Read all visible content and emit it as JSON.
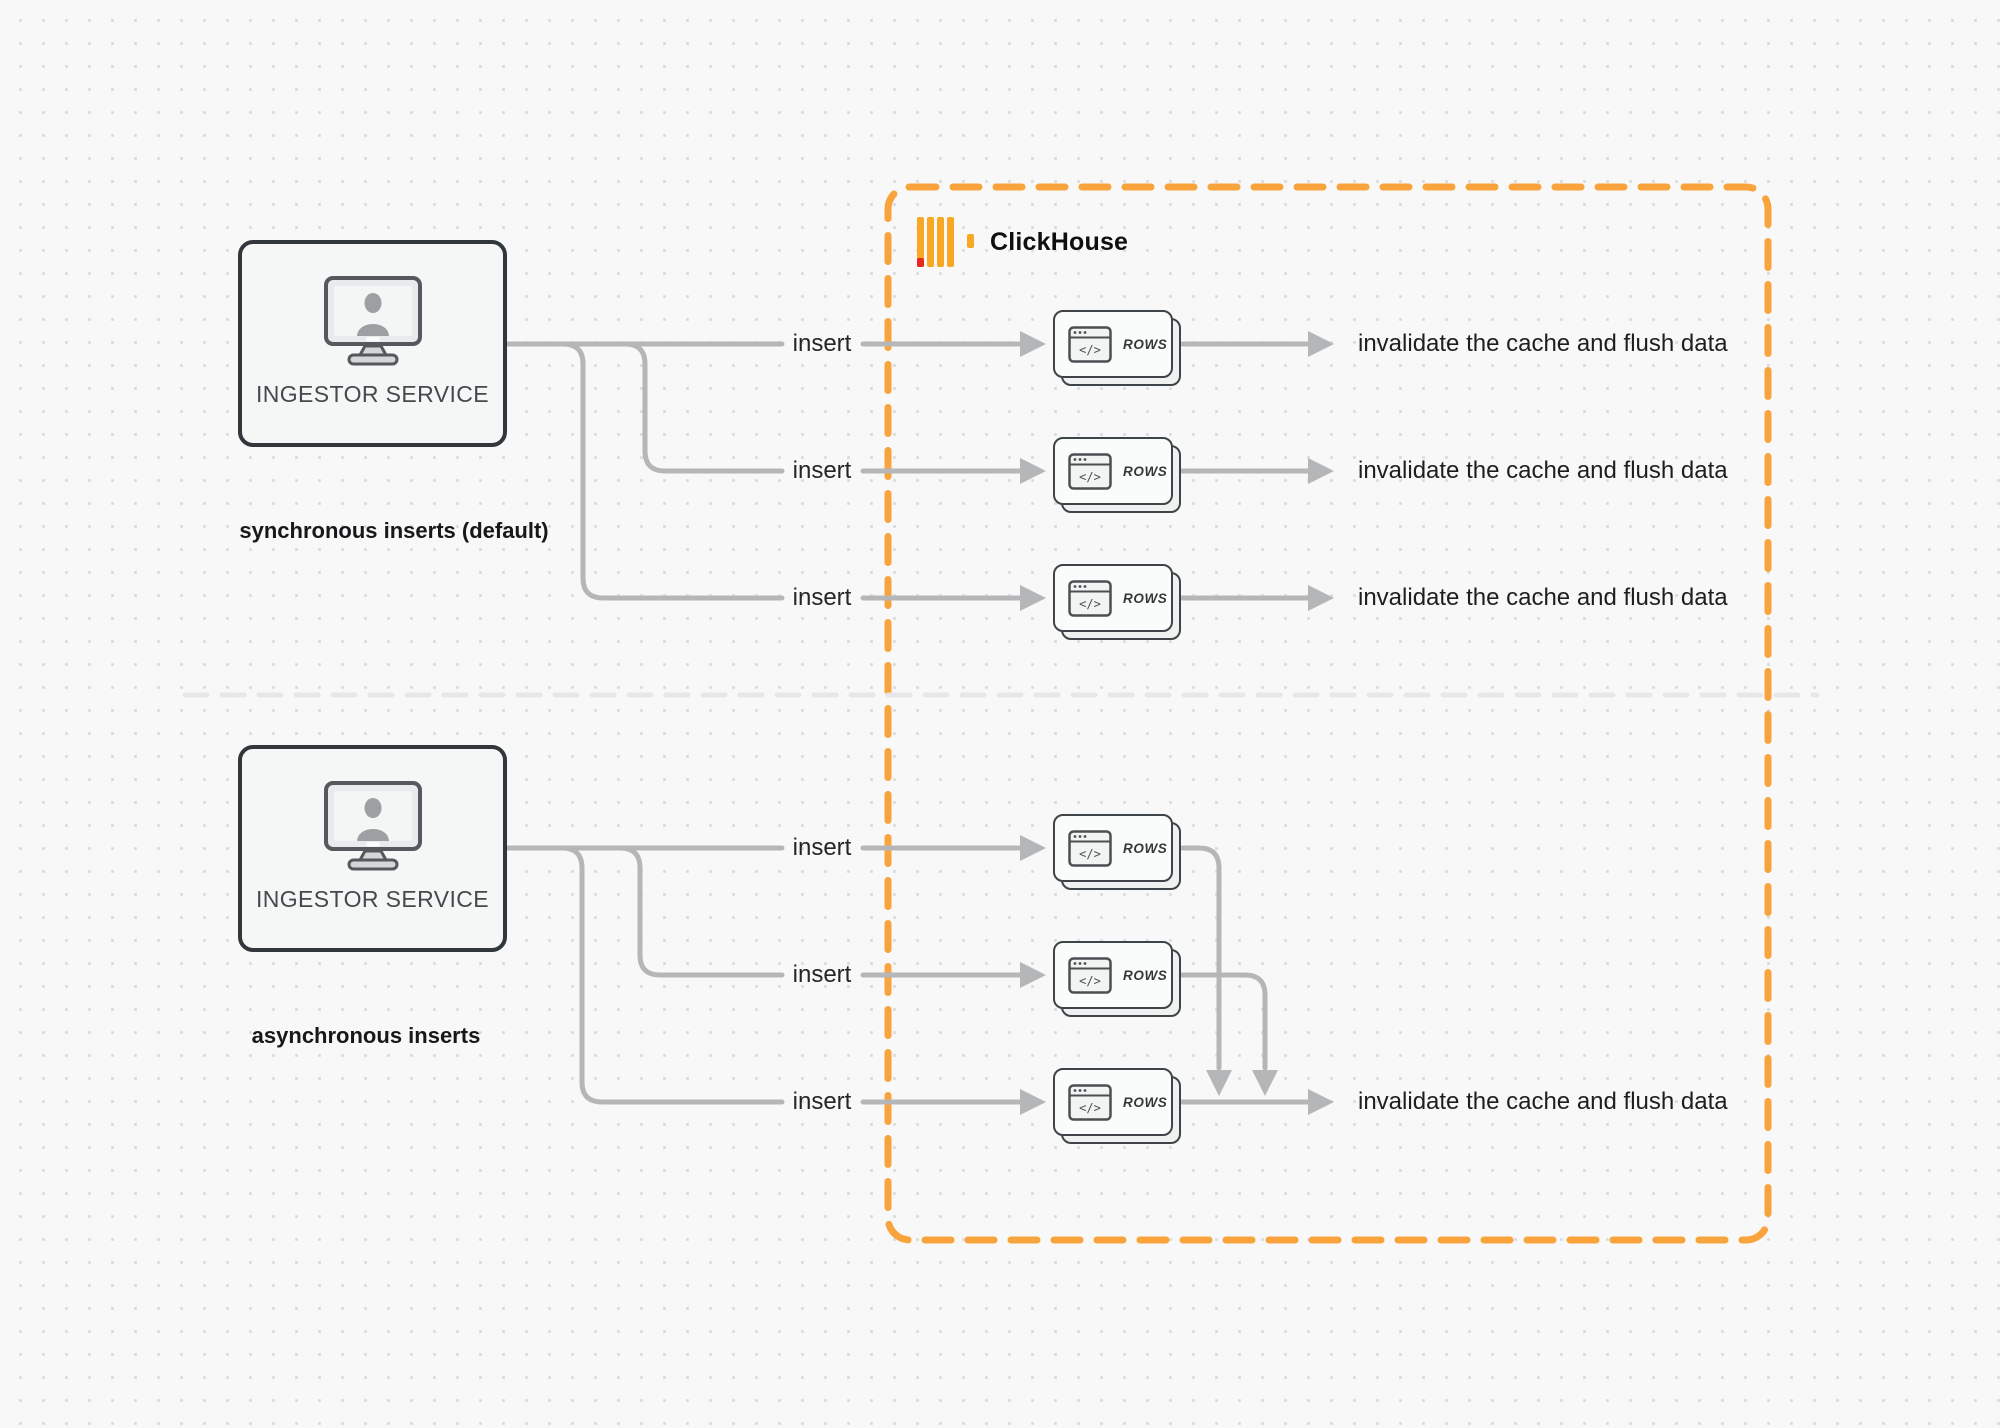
{
  "diagram": {
    "clickhouse": {
      "label": "ClickHouse",
      "logo_icon": "clickhouse-bars-icon"
    },
    "sync": {
      "ingestor_label": "INGESTOR SERVICE",
      "caption": "synchronous inserts (default)",
      "rows": [
        {
          "insert_label": "insert",
          "card_label": "ROWS",
          "result_label": "invalidate the cache and flush data"
        },
        {
          "insert_label": "insert",
          "card_label": "ROWS",
          "result_label": "invalidate the cache and flush data"
        },
        {
          "insert_label": "insert",
          "card_label": "ROWS",
          "result_label": "invalidate the cache and flush data"
        }
      ]
    },
    "async": {
      "ingestor_label": "INGESTOR SERVICE",
      "caption": "asynchronous inserts",
      "rows": [
        {
          "insert_label": "insert",
          "card_label": "ROWS"
        },
        {
          "insert_label": "insert",
          "card_label": "ROWS"
        },
        {
          "insert_label": "insert",
          "card_label": "ROWS"
        }
      ],
      "result_label": "invalidate the cache and flush data"
    },
    "icons": {
      "ingestor": "monitor-user-icon",
      "card": "code-window-icon",
      "logo": "clickhouse-bars-icon"
    },
    "colors": {
      "accent_orange": "#F8A33C",
      "logo_yellow": "#F9A825",
      "logo_red": "#E8281E",
      "connector_gray": "#B5B6B7",
      "divider_gray": "#E6E7E8",
      "box_border_dark": "#32373B"
    }
  }
}
